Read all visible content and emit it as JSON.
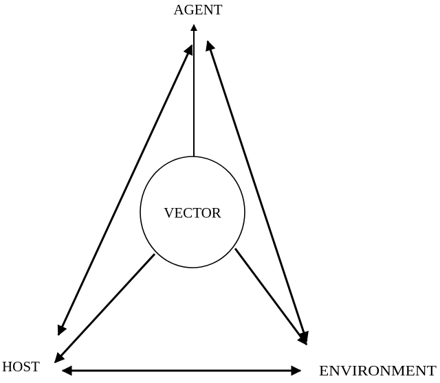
{
  "diagram": {
    "nodes": {
      "agent": "AGENT",
      "host": "HOST",
      "environment": "ENVIRONMENT",
      "vector": "VECTOR"
    },
    "edges": [
      {
        "from": "HOST",
        "to": "AGENT",
        "direction": "both"
      },
      {
        "from": "ENVIRONMENT",
        "to": "AGENT",
        "direction": "both"
      },
      {
        "from": "HOST",
        "to": "ENVIRONMENT",
        "direction": "both"
      },
      {
        "from": "VECTOR",
        "to": "AGENT",
        "direction": "to"
      },
      {
        "from": "VECTOR",
        "to": "HOST",
        "direction": "to"
      },
      {
        "from": "VECTOR",
        "to": "ENVIRONMENT",
        "direction": "to"
      }
    ],
    "colors": {
      "stroke": "#000000",
      "background": "#ffffff"
    }
  }
}
